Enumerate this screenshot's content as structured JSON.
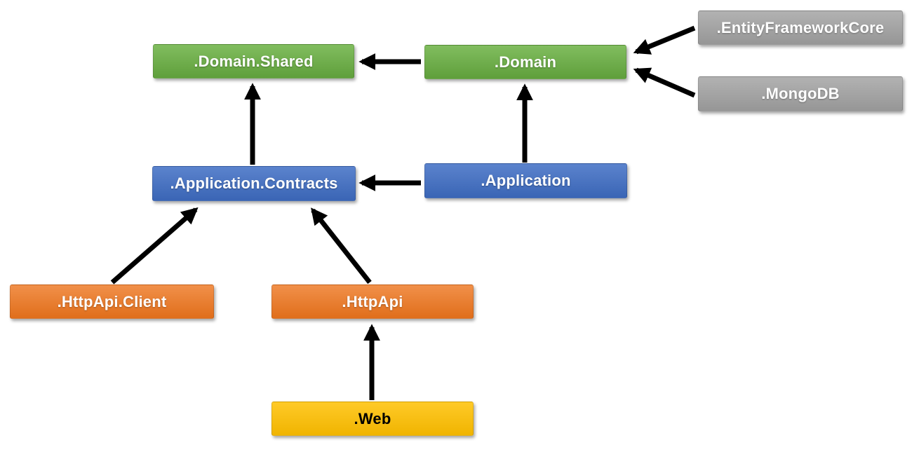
{
  "diagram": {
    "background_color": "#FFFFFF",
    "arrow_color": "#000000",
    "nodes": {
      "domain_shared": {
        "label": ".Domain.Shared",
        "fill": "#70AD47",
        "text_color": "#FFFFFF"
      },
      "domain": {
        "label": ".Domain",
        "fill": "#70AD47",
        "text_color": "#FFFFFF"
      },
      "entity_framework_core": {
        "label": ".EntityFrameworkCore",
        "fill": "#A5A5A5",
        "text_color": "#FFFFFF"
      },
      "mongodb": {
        "label": ".MongoDB",
        "fill": "#A5A5A5",
        "text_color": "#FFFFFF"
      },
      "application_contracts": {
        "label": ".Application.Contracts",
        "fill": "#4472C4",
        "text_color": "#FFFFFF"
      },
      "application": {
        "label": ".Application",
        "fill": "#4472C4",
        "text_color": "#FFFFFF"
      },
      "httpapi_client": {
        "label": ".HttpApi.Client",
        "fill": "#ED7D31",
        "text_color": "#FFFFFF"
      },
      "httpapi": {
        "label": ".HttpApi",
        "fill": "#ED7D31",
        "text_color": "#FFFFFF"
      },
      "web": {
        "label": ".Web",
        "fill": "#FFC000",
        "text_color": "#000000"
      }
    },
    "edges": [
      {
        "from": ".Domain",
        "to": ".Domain.Shared"
      },
      {
        "from": ".Application.Contracts",
        "to": ".Domain.Shared"
      },
      {
        "from": ".Application",
        "to": ".Domain"
      },
      {
        "from": ".Application",
        "to": ".Application.Contracts"
      },
      {
        "from": ".EntityFrameworkCore",
        "to": ".Domain"
      },
      {
        "from": ".MongoDB",
        "to": ".Domain"
      },
      {
        "from": ".HttpApi.Client",
        "to": ".Application.Contracts"
      },
      {
        "from": ".HttpApi",
        "to": ".Application.Contracts"
      },
      {
        "from": ".Web",
        "to": ".HttpApi"
      }
    ]
  }
}
